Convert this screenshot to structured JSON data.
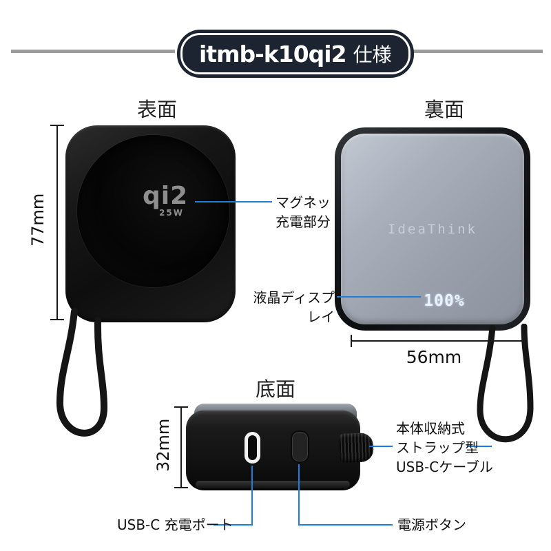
{
  "colors": {
    "accent_blue": "#1b7ce2",
    "badge_bg": "#1b2430",
    "divider_gray": "#9c9c9c"
  },
  "title_badge": {
    "model": "itmb-k10qi2",
    "suffix": "仕様"
  },
  "views": {
    "front": {
      "label": "表面",
      "logo_main": "qi2",
      "logo_sub": "25W",
      "height_dim": "77mm"
    },
    "back": {
      "label": "裏面",
      "brand": "IdeaThink",
      "display_value": "100%",
      "width_dim": "56mm"
    },
    "bottom": {
      "label": "底面",
      "thickness_dim": "32mm"
    }
  },
  "annotations": {
    "magnet_line1": "マグネット",
    "magnet_line2": "充電部分",
    "lcd": "液晶ディスプレイ",
    "strap_line1": "本体収納式",
    "strap_line2": "ストラップ型",
    "strap_line3": "USB-Cケーブル",
    "usb_port": "USB-C 充電ポート",
    "power_button": "電源ボタン"
  }
}
